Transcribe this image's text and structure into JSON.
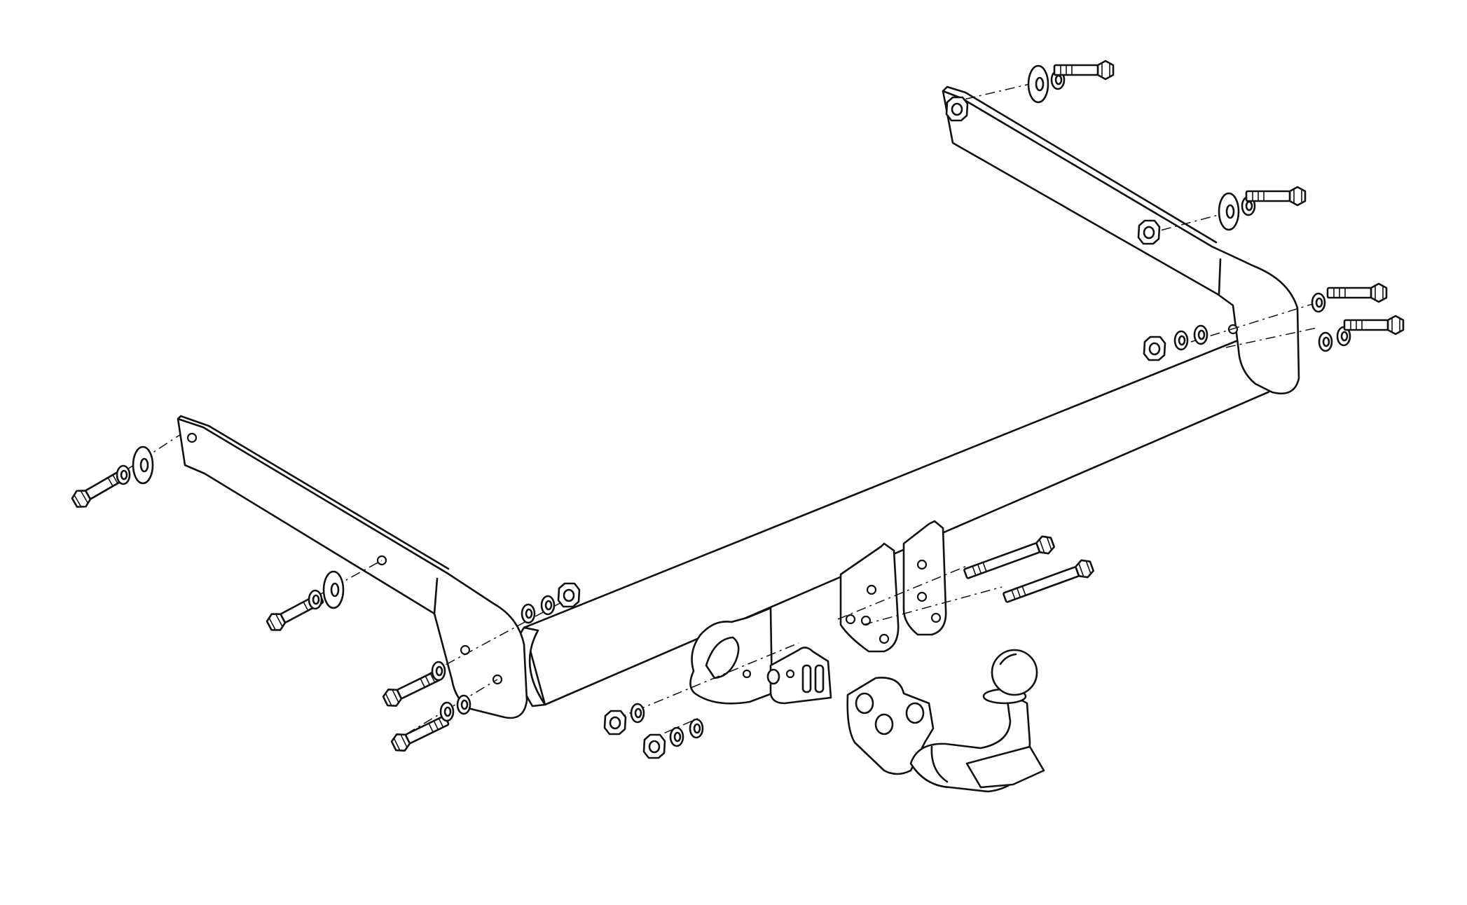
{
  "diagram": {
    "kind": "exploded-assembly-line-drawing",
    "colors": {
      "line": "#111111",
      "background": "#ffffff"
    },
    "parts": [
      {
        "id": "crossbar-tube",
        "label": ""
      },
      {
        "id": "left-side-bracket",
        "label": ""
      },
      {
        "id": "right-side-bracket",
        "label": ""
      },
      {
        "id": "center-mounting-plates",
        "label": ""
      },
      {
        "id": "socket-plate",
        "label": ""
      },
      {
        "id": "tow-ball-neck",
        "label": ""
      },
      {
        "id": "fastener-sets",
        "label": ""
      }
    ]
  }
}
